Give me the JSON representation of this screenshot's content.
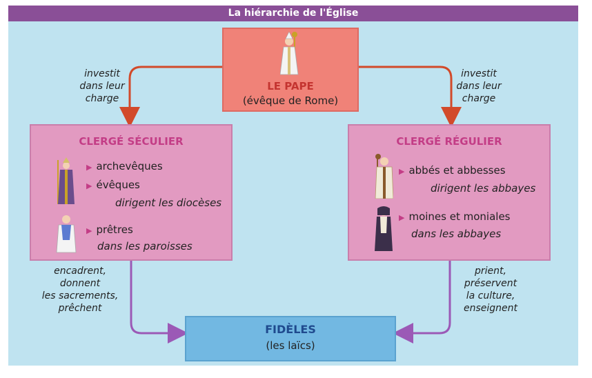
{
  "header": {
    "title": "La hiérarchie de l'Église"
  },
  "pope": {
    "title": "LE PAPE",
    "subtitle": "(évêque de Rome)"
  },
  "left_edge": {
    "lines": [
      "investit",
      "dans leur",
      "charge"
    ]
  },
  "right_edge": {
    "lines": [
      "investit",
      "dans leur",
      "charge"
    ]
  },
  "secular": {
    "title": "CLERGÉ SÉCULIER",
    "item1": "archevêques",
    "item2": "évêques",
    "action": "dirigent les diocèses",
    "item3": "prêtres",
    "place": "dans les paroisses"
  },
  "regular": {
    "title": "CLERGÉ RÉGULIER",
    "item1": "abbés et abbesses",
    "action": "dirigent les abbayes",
    "item2": "moines et moniales",
    "place": "dans les abbayes"
  },
  "secular_to_faithful": {
    "lines": [
      "encadrent,",
      "donnent",
      "les sacrements,",
      "prêchent"
    ]
  },
  "regular_to_faithful": {
    "lines": [
      "prient,",
      "préservent",
      "la culture,",
      "enseignent"
    ]
  },
  "faithful": {
    "title": "FIDÈLES",
    "subtitle": "(les laïcs)"
  },
  "colors": {
    "header": "#8a4f97",
    "background": "#bfe3f0",
    "pope_box": "#f08278",
    "clergy_box": "#e29ac1",
    "faithful_box": "#72b8e2",
    "red_arrow": "#d24a2a",
    "purple_arrow": "#9b59b6"
  }
}
